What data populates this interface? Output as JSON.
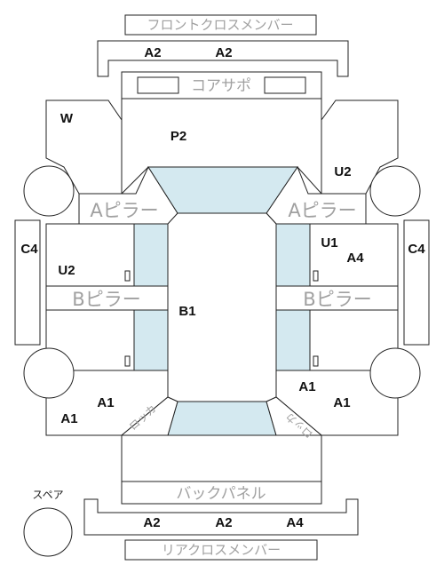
{
  "labels": {
    "front_cross_member": "フロントクロスメンバー",
    "core_support": "コアサポ",
    "a_pillar": "Aピラー",
    "b_pillar": "Bピラー",
    "rocker": "ロッカ",
    "back_panel": "バックパネル",
    "rear_cross_member": "リアクロスメンバー",
    "spare": "スペア"
  },
  "grades": {
    "front_member_left": "A2",
    "front_member_right": "A2",
    "front_left_fender": "W",
    "hood": "P2",
    "front_right_fender": "U2",
    "left_rocker": "C4",
    "right_rocker": "C4",
    "front_left_door": "U2",
    "front_right_door_a": "U1",
    "front_right_door_b": "A4",
    "roof": "B1",
    "rear_left_door": "A1",
    "rear_right_door": "A1",
    "rear_left_quarter": "A1",
    "rear_right_quarter": "A1",
    "rear_member_left": "A2",
    "rear_member_center": "A2",
    "rear_member_right": "A4"
  },
  "colors": {
    "glass": "#d4e9f0",
    "outline": "#222222",
    "label_grey": "#a0a0a0"
  }
}
